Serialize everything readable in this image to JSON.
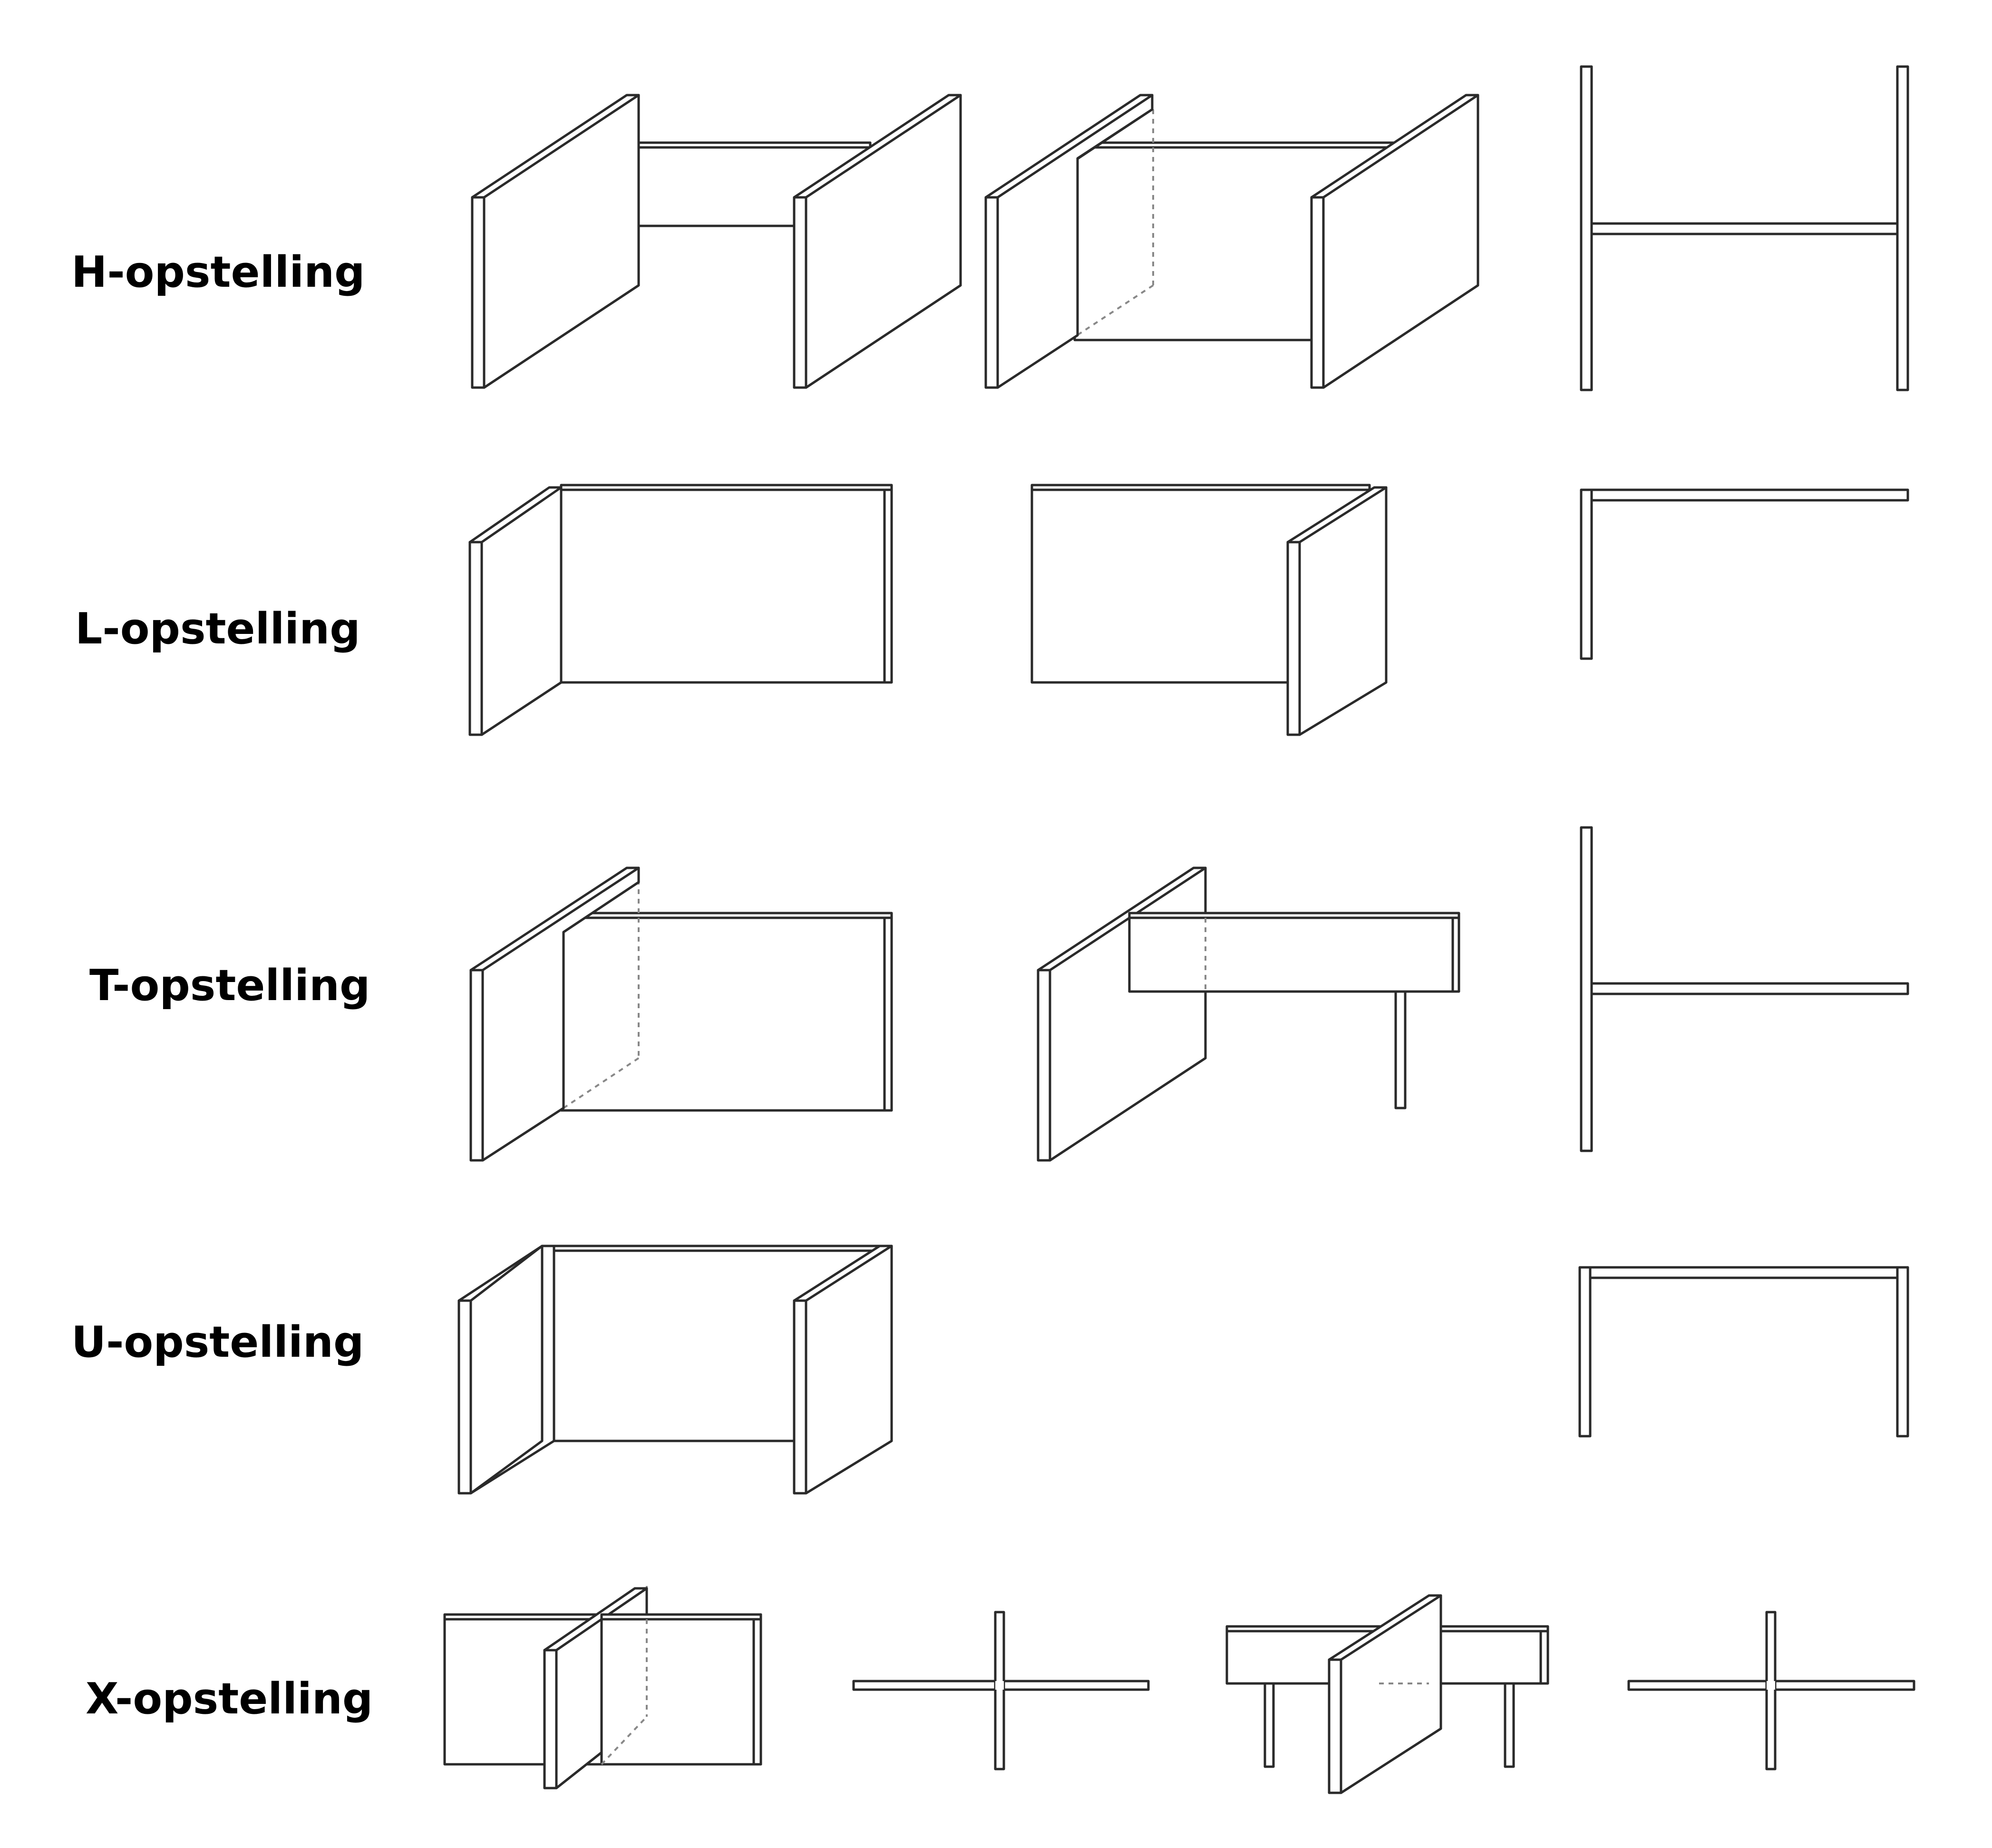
{
  "rows": [
    {
      "label": "H-opstelling"
    },
    {
      "label": "L-opstelling"
    },
    {
      "label": "T-opstelling"
    },
    {
      "label": "U-opstelling"
    },
    {
      "label": "X-opstelling"
    }
  ]
}
